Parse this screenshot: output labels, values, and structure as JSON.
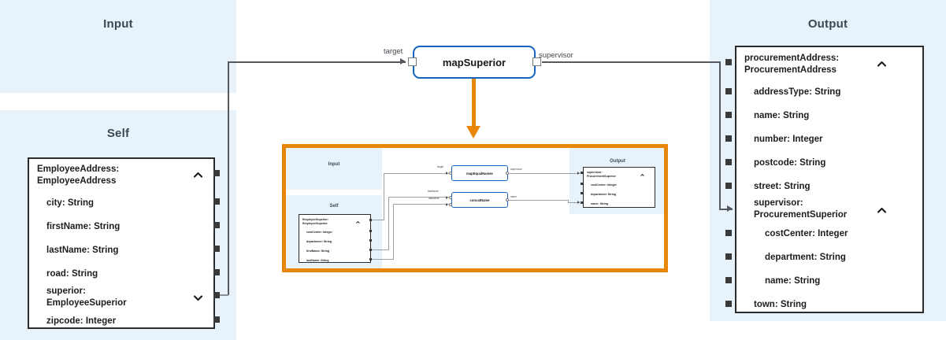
{
  "lanes": {
    "input": {
      "title": "Input"
    },
    "self": {
      "title": "Self"
    },
    "output": {
      "title": "Output"
    }
  },
  "self_node": {
    "name": "self-schema-node",
    "header": "EmployeeAddress:\nEmployeeAddress",
    "collapse_icon": "chevron-up-icon",
    "fields": [
      {
        "label": "city: String",
        "level": 1,
        "icon": ""
      },
      {
        "label": "firstName: String",
        "level": 1,
        "icon": ""
      },
      {
        "label": "lastName: String",
        "level": 1,
        "icon": ""
      },
      {
        "label": "road: String",
        "level": 1,
        "icon": ""
      },
      {
        "label": "superior:\nEmployeeSuperior",
        "level": 1,
        "icon": "chevron-down-icon"
      },
      {
        "label": "zipcode: Integer",
        "level": 1,
        "icon": ""
      }
    ]
  },
  "output_node": {
    "name": "output-schema-node",
    "header": "procurementAddress:\nProcurementAddress",
    "collapse_icon": "chevron-up-icon",
    "fields": [
      {
        "label": "addressType: String",
        "level": 1,
        "icon": ""
      },
      {
        "label": "name: String",
        "level": 1,
        "icon": ""
      },
      {
        "label": "number: Integer",
        "level": 1,
        "icon": ""
      },
      {
        "label": "postcode: String",
        "level": 1,
        "icon": ""
      },
      {
        "label": "street: String",
        "level": 1,
        "icon": ""
      },
      {
        "label": "supervisor:\nProcurementSuperior",
        "level": 1,
        "icon": "chevron-up-icon"
      },
      {
        "label": "costCenter: Integer",
        "level": 2,
        "icon": ""
      },
      {
        "label": "department: String",
        "level": 2,
        "icon": ""
      },
      {
        "label": "name: String",
        "level": 2,
        "icon": ""
      },
      {
        "label": "town: String",
        "level": 1,
        "icon": ""
      }
    ]
  },
  "function_node": {
    "label": "mapSuperior",
    "input_port_label": "target",
    "output_port_label": "supervisor"
  },
  "inset": {
    "lanes": {
      "input": "Input",
      "self": "Self",
      "output": "Output"
    },
    "self_node": {
      "header": "EmployeeSuperior:\nEmployeeSuperior",
      "collapse_icon": "chevron-up-icon",
      "fields": [
        "costCenter: Integer",
        "department: String",
        "firstName: String",
        "lastName: String"
      ]
    },
    "output_node": {
      "header": "supervisor:\nProcurementSuperior",
      "collapse_icon": "chevron-up-icon",
      "fields": [
        "costCenter: Integer",
        "department: String",
        "name: String"
      ]
    },
    "function_nodes": [
      {
        "label": "mapEqualNames",
        "inputs": [
          "target"
        ],
        "outputs": [
          "supervisor"
        ]
      },
      {
        "label": "concatName",
        "inputs": [
          "firstName",
          "lastName"
        ],
        "outputs": [
          "name"
        ]
      }
    ]
  },
  "colors": {
    "lane_fill": "#e8f2fa",
    "node_border": "#2b2b2b",
    "function_border": "#1565c0",
    "accent_orange": "#e8860c",
    "wire": "#8b9096",
    "text": "#1d1d1d",
    "lane_title": "#3c4754"
  }
}
